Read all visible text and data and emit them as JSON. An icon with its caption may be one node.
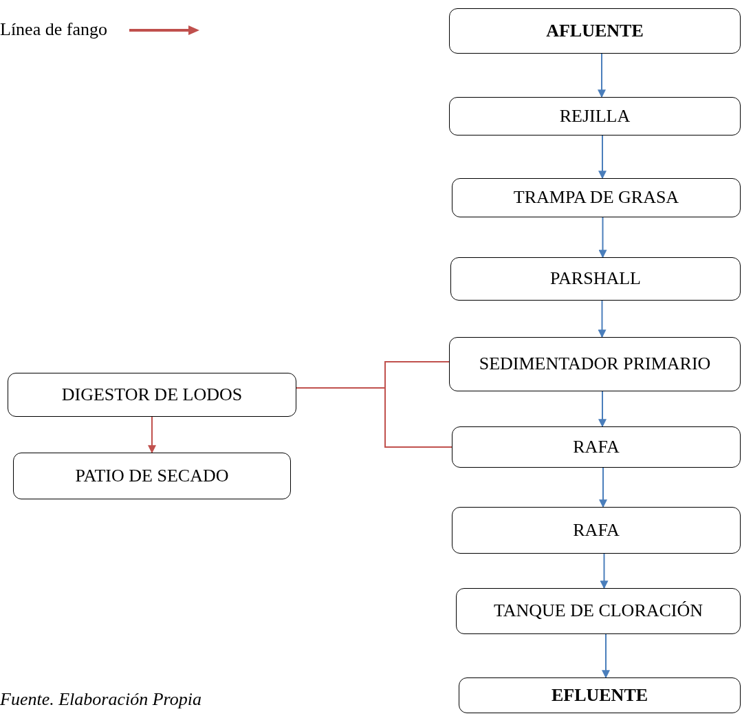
{
  "diagram": {
    "nodes": [
      {
        "text": [
          "AFLUENTE"
        ]
      },
      {
        "text": [
          "REJILLA"
        ]
      },
      {
        "text": [
          "TRAMPA DE GRASA"
        ]
      },
      {
        "text": [
          "PARSHALL"
        ]
      },
      {
        "text": [
          "SEDIMENTADOR PRIMARIO"
        ]
      },
      {
        "text": [
          "RAFA"
        ]
      },
      {
        "text": [
          "RAFA"
        ]
      },
      {
        "text": [
          "TANQUE DE CLORACIÓN"
        ]
      },
      {
        "text": [
          "EFLUENTE"
        ]
      },
      {
        "text": [
          "DIGESTOR DE LODOS"
        ]
      },
      {
        "text": [
          "PATIO DE SECADO"
        ]
      }
    ],
    "edges": [
      {
        "from": 0,
        "to": 1,
        "arrow": "to"
      },
      {
        "from": 1,
        "to": 2,
        "arrow": "to"
      },
      {
        "from": 2,
        "to": 3,
        "arrow": "to"
      },
      {
        "from": 3,
        "to": 4,
        "arrow": "to"
      },
      {
        "from": 4,
        "to": 5,
        "arrow": "to"
      },
      {
        "from": 5,
        "to": 6,
        "arrow": "to"
      },
      {
        "from": 6,
        "to": 7,
        "arrow": "to"
      },
      {
        "from": 7,
        "to": 8,
        "arrow": "to"
      },
      {
        "from": 4,
        "to": 9,
        "arrow": "none",
        "color": "#c0504d"
      },
      {
        "from": 5,
        "to": 9,
        "arrow": "none",
        "color": "#c0504d"
      },
      {
        "from": 9,
        "to": 10,
        "arrow": "to",
        "color": "#c0504d"
      }
    ],
    "labels": [
      "Fuente. Elaboración Propia"
    ],
    "legend": [
      {
        "text": "Línea de fango"
      }
    ]
  }
}
